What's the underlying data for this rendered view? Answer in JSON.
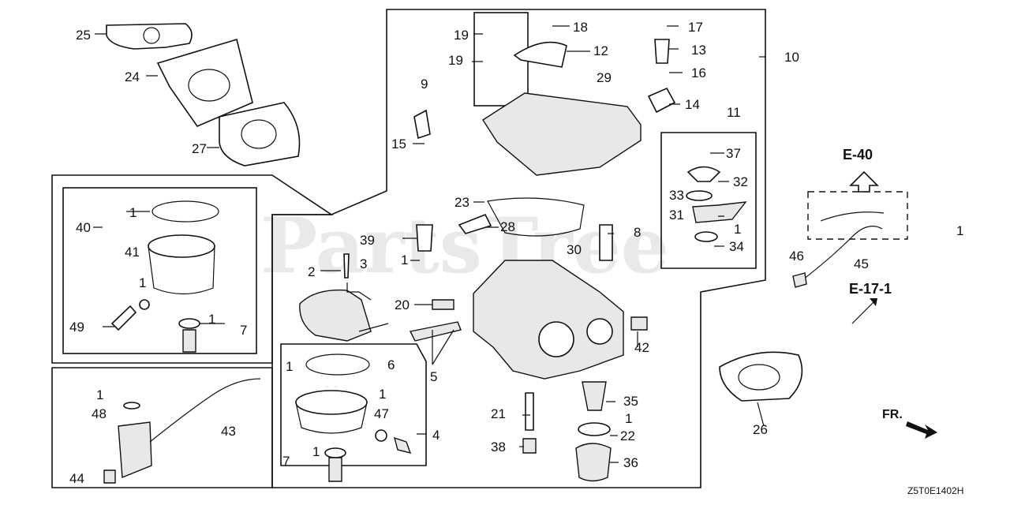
{
  "watermark": "PartsTree",
  "diagram_code": "Z5T0E1402H",
  "direction_label": "FR.",
  "section_refs": {
    "upper": "E-40",
    "lower": "E-17-1"
  },
  "callouts": {
    "c1a": "1",
    "c1b": "1",
    "c1c": "1",
    "c1d": "1",
    "c1e": "1",
    "c1f": "1",
    "c1g": "1",
    "c1h": "1",
    "c1i": "1",
    "c1j": "1",
    "c1k": "1",
    "c2": "2",
    "c3": "3",
    "c4": "4",
    "c5": "5",
    "c6": "6",
    "c7a": "7",
    "c7b": "7",
    "c8": "8",
    "c9": "9",
    "c10": "10",
    "c11": "11",
    "c12": "12",
    "c13": "13",
    "c14": "14",
    "c15": "15",
    "c16": "16",
    "c17": "17",
    "c18": "18",
    "c19a": "19",
    "c19b": "19",
    "c20": "20",
    "c21": "21",
    "c22": "22",
    "c23": "23",
    "c24": "24",
    "c25": "25",
    "c26": "26",
    "c27": "27",
    "c28": "28",
    "c29": "29",
    "c30": "30",
    "c31": "31",
    "c32": "32",
    "c33": "33",
    "c34": "34",
    "c35": "35",
    "c36": "36",
    "c37": "37",
    "c38": "38",
    "c39": "39",
    "c40": "40",
    "c41": "41",
    "c42": "42",
    "c43": "43",
    "c44": "44",
    "c45": "45",
    "c46": "46",
    "c47": "47",
    "c48": "48",
    "c49": "49"
  }
}
